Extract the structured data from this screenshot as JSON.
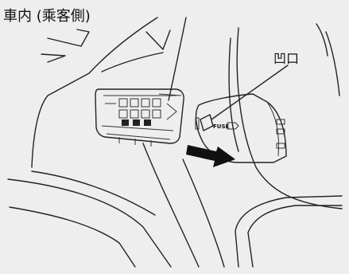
{
  "figure": {
    "title": "車内 (乘客側)",
    "callout_label": "凹口",
    "cover_marking": "FUSE",
    "background_color": "#eeeeee",
    "line_color": "#222222",
    "arrow_color": "#111111"
  }
}
